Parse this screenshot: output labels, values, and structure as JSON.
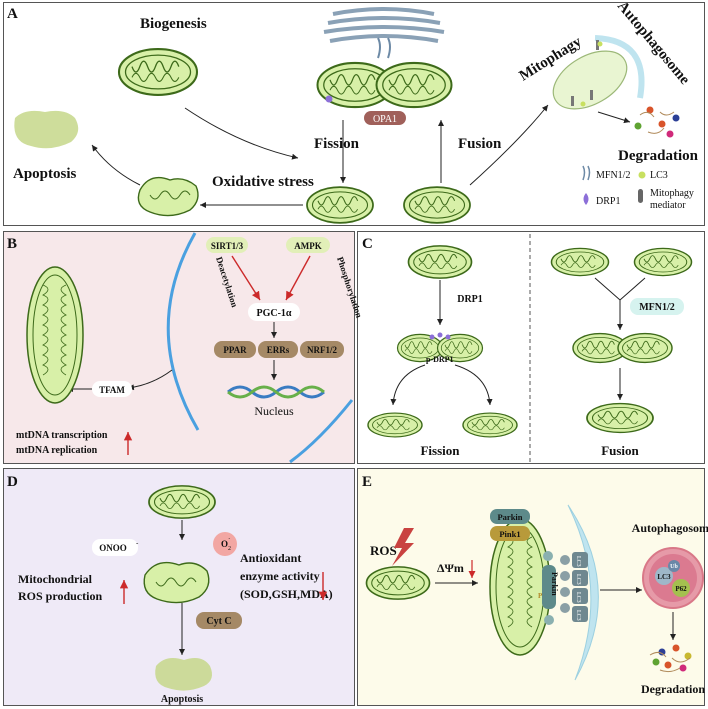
{
  "panelA": {
    "letter": "A",
    "biogenesis": "Biogenesis",
    "fission": "Fission",
    "fusion": "Fusion",
    "mitophagy": "Mitophagy",
    "autophagosome": "Autophagosome",
    "degradation": "Degradation",
    "apoptosis": "Apoptosis",
    "oxidative_stress": "Oxidative stress",
    "opa1": "OPA1",
    "legend": {
      "mfn": "MFN1/2",
      "lc3": "LC3",
      "drp1": "DRP1",
      "mediator_line1": "Mitophagy",
      "mediator_line2": "mediator"
    }
  },
  "panelB": {
    "letter": "B",
    "sirt": "SIRT1/3",
    "ampk": "AMPK",
    "deacetylation": "Deacetylation",
    "phosphorylation": "Phosphorylation",
    "pgc": "PGC-1α",
    "ppar": "PPAR",
    "errs": "ERRs",
    "nrf": "NRF1/2",
    "tfam": "TFAM",
    "nucleus": "Nucleus",
    "mtdna_transcription": "mtDNA transcription",
    "mtdna_replication": "mtDNA replication"
  },
  "panelC": {
    "letter": "C",
    "drp1": "DRP1",
    "pdrp1": "p-DRP1",
    "fission": "Fission",
    "mfn": "MFN1/2",
    "fusion": "Fusion"
  },
  "panelD": {
    "letter": "D",
    "onoo": "ONOO",
    "onoo_sup": "-",
    "o2": "O",
    "o2_sub": "2",
    "o2_sup": "·",
    "mito_ros_line1": "Mitochondrial",
    "mito_ros_line2": "ROS production",
    "antioxidant_line1": "Antioxidant",
    "antioxidant_line2": "enzyme activity",
    "antioxidant_line3": "(SOD,GSH,MDA)",
    "cytc": "Cyt C",
    "apoptosis": "Apoptosis"
  },
  "panelE": {
    "letter": "E",
    "ros": "ROS",
    "delta_psi": "ΔΨm",
    "parkin": "Parkin",
    "pink1": "Pink1",
    "parkin_vertical": "Parkin",
    "lc3": "LC3",
    "ub": "Ub",
    "p": "P",
    "autophagosome": "Autophagosome",
    "lc3_inner": "LC3",
    "p62": "P62",
    "degradation": "Degradation"
  },
  "colors": {
    "mito_fill": "#d8f0a8",
    "mito_outline": "#3d6a1a",
    "panelB_bg": "#f7e8ea",
    "panelD_bg": "#efeaf7",
    "panelE_bg": "#fdfbea",
    "pill_brown": "#a58966",
    "red_arrow": "#cc2a2a"
  }
}
